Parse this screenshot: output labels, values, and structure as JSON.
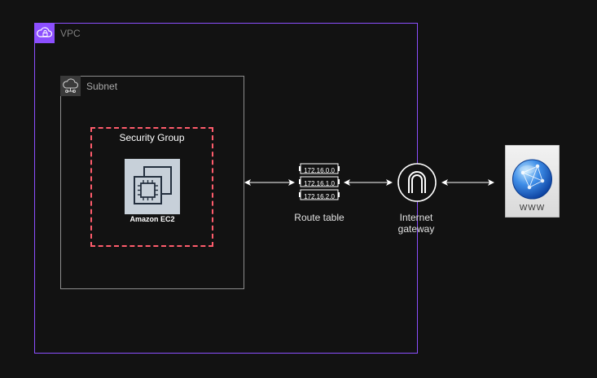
{
  "vpc": {
    "label": "VPC",
    "icon": "vpc-cloud-lock-icon",
    "color": "#8c4fff"
  },
  "subnet": {
    "label": "Subnet",
    "icon": "subnet-cloud-icon"
  },
  "security_group": {
    "label": "Security Group",
    "border_color": "#ff5c6c"
  },
  "ec2": {
    "label": "Amazon EC2",
    "icon": "ec2-chip-icon"
  },
  "route_table": {
    "label": "Route table",
    "entries": [
      "172.16.0.0",
      "172.16.1.0",
      "172.16.2.0"
    ]
  },
  "internet_gateway": {
    "label_line1": "Internet",
    "label_line2": "gateway",
    "icon": "internet-gateway-icon"
  },
  "www": {
    "label": "WWW",
    "icon": "globe-icon"
  },
  "connectors": [
    {
      "from": "subnet",
      "to": "route_table",
      "type": "bidirectional-arrow"
    },
    {
      "from": "route_table",
      "to": "internet_gateway",
      "type": "bidirectional-arrow"
    },
    {
      "from": "internet_gateway",
      "to": "www",
      "type": "bidirectional-arrow"
    }
  ]
}
